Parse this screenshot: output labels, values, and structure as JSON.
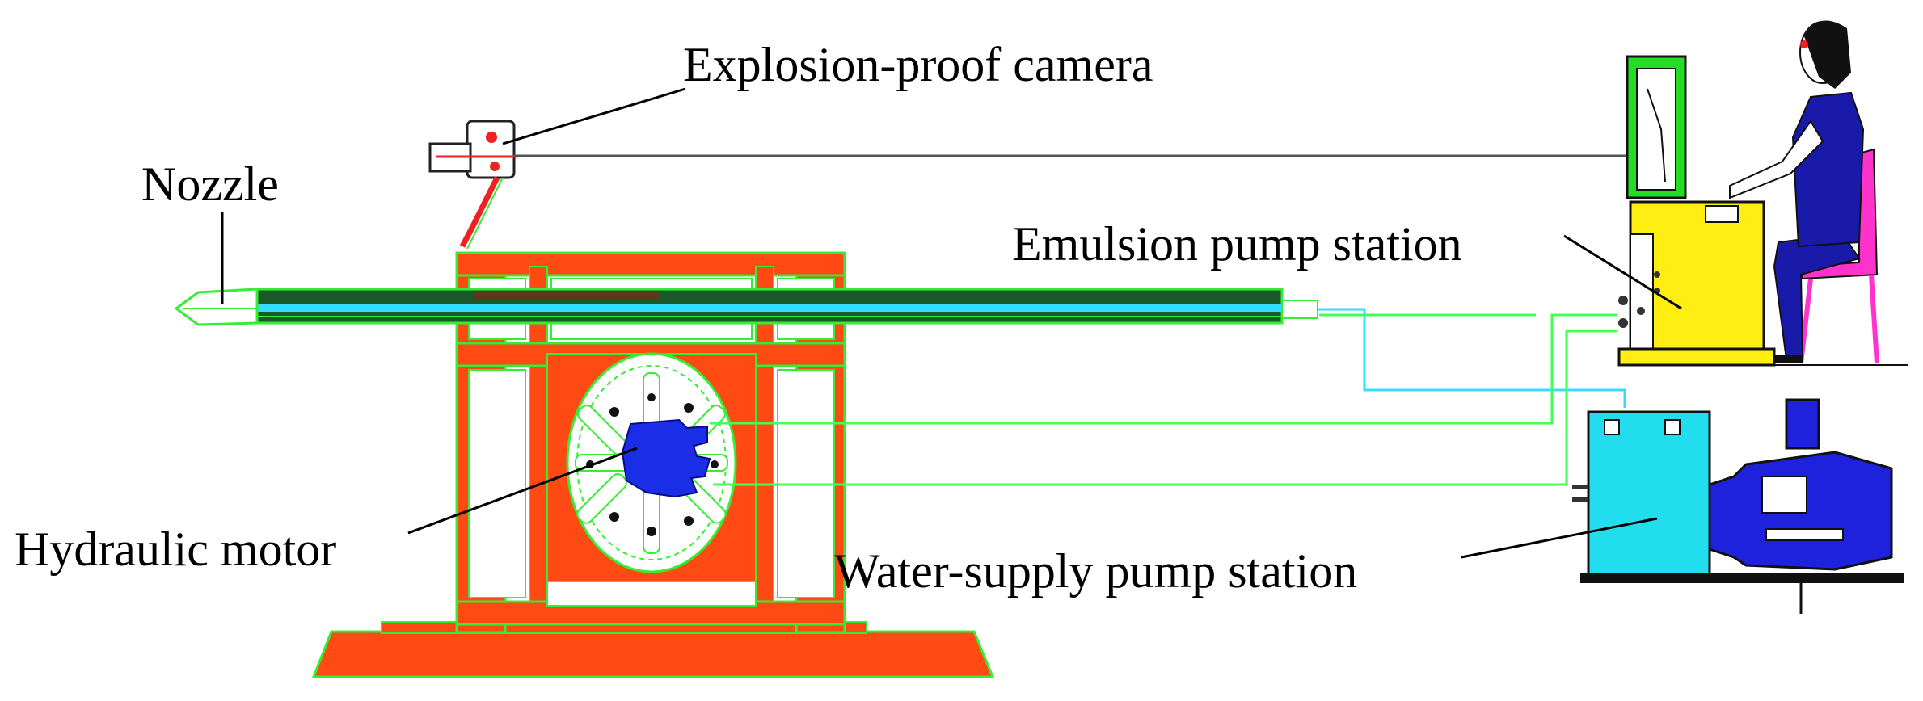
{
  "labels": {
    "camera": "Explosion-proof camera",
    "nozzle": "Nozzle",
    "emulsion": "Emulsion pump station",
    "motor": "Hydraulic motor",
    "water": "Water-supply pump station"
  },
  "colors": {
    "frame": "#ff4a14",
    "outline": "#33ee33",
    "hose": "#44ff55",
    "water_line": "#33ddff",
    "motor": "#1a2ee8",
    "emulsion_station": "#ffee11",
    "water_station": "#22ddee",
    "pump": "#1e22dd",
    "monitor": "#22dd22",
    "operator_body": "#1a1aaa",
    "chair": "#ff33cc",
    "rod": "#1a5a2a",
    "cable": "#555555"
  }
}
